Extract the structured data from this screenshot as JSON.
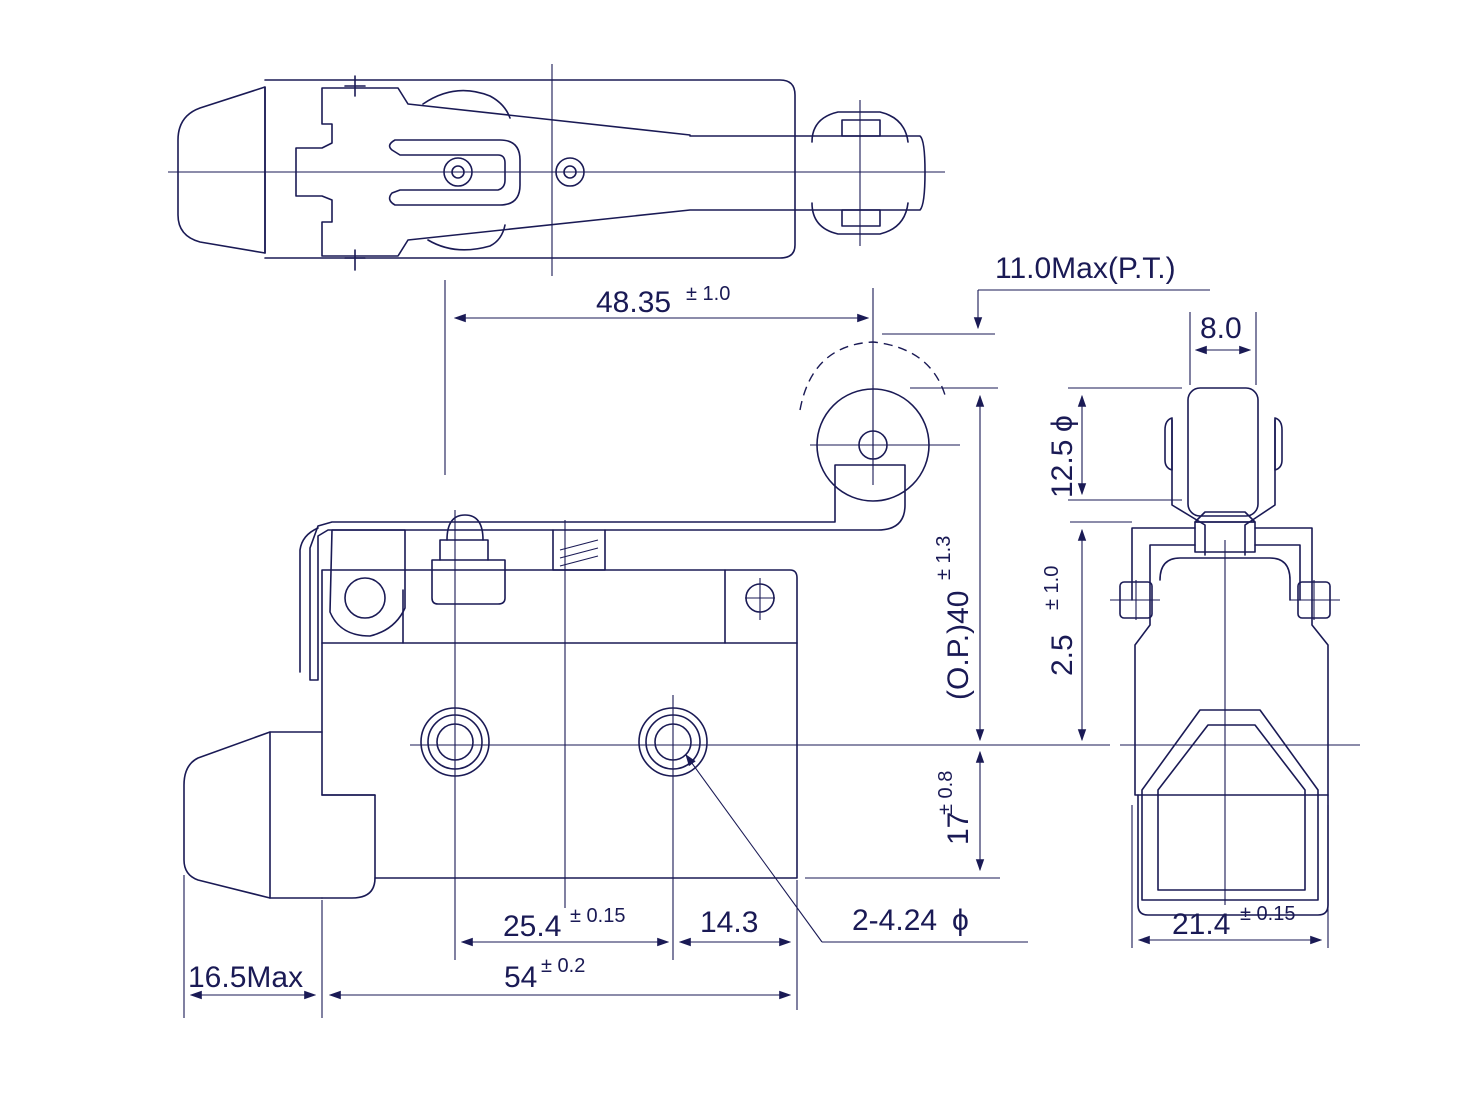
{
  "dimensions": {
    "d_48_35": {
      "value": "48.35",
      "tol": "± 1.0"
    },
    "d_11_0": {
      "value": "11.0Max(P.T.)"
    },
    "d_8_0": {
      "value": "8.0"
    },
    "d_12_5": {
      "value": "12.5",
      "symbol": "ϕ"
    },
    "d_op40": {
      "value": "(O.P.)40",
      "tol": "± 1.3"
    },
    "d_2_5": {
      "value": "2.5",
      "tol": "± 1.0"
    },
    "d_17": {
      "value": "17",
      "tol": "± 0.8"
    },
    "d_25_4": {
      "value": "25.4",
      "tol": "± 0.15"
    },
    "d_14_3": {
      "value": "14.3"
    },
    "d_54": {
      "value": "54",
      "tol": "± 0.2"
    },
    "d_16_5": {
      "value": "16.5Max"
    },
    "d_hole": {
      "value": "2-4.24",
      "symbol": "ϕ"
    },
    "d_21_4": {
      "value": "21.4",
      "tol": "± 0.15"
    }
  },
  "colors": {
    "line": "#1a1a55",
    "background": "#ffffff"
  }
}
